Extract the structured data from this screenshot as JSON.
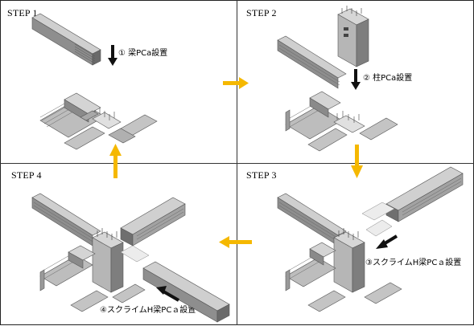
{
  "steps": [
    {
      "label": "STEP 1",
      "note": "① 梁PCa設置"
    },
    {
      "label": "STEP 2",
      "note": "② 柱PCa設置"
    },
    {
      "label": "STEP 3",
      "note": "③スクライムH梁PCａ設置"
    },
    {
      "label": "STEP 4",
      "note": "④スクライムH梁PCａ設置"
    }
  ],
  "colors": {
    "flow_arrow": "#f5b800",
    "precast_top": "#c8c8c8",
    "precast_side": "#8a8a8a",
    "precast_dark": "#5a5a5a",
    "rebar": "#444444"
  }
}
